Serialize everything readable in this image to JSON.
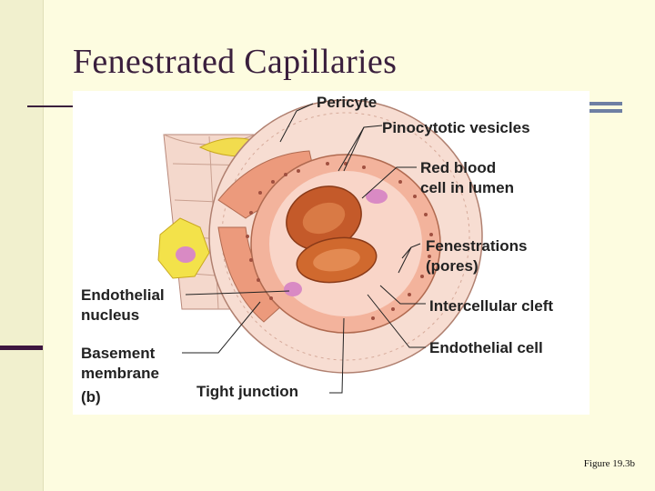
{
  "slide": {
    "title": "Fenestrated Capillaries",
    "caption": "Figure 19.3b"
  },
  "figure": {
    "panel_label": "(b)",
    "labels": {
      "pericyte": "Pericyte",
      "pinocytotic_vesicles": "Pinocytotic vesicles",
      "red_blood_cell_line1": "Red blood",
      "red_blood_cell_line2": "cell in lumen",
      "fenestrations_line1": "Fenestrations",
      "fenestrations_line2": "(pores)",
      "intercellular_cleft": "Intercellular cleft",
      "endothelial_cell": "Endothelial cell",
      "endothelial_nucleus_line1": "Endothelial",
      "endothelial_nucleus_line2": "nucleus",
      "basement_membrane_line1": "Basement",
      "basement_membrane_line2": "membrane",
      "tight_junction": "Tight junction"
    }
  },
  "colors": {
    "background": "#fdfce0",
    "sidebar": "#f1f0ce",
    "title": "#3a1f3d",
    "accent_dark": "#3d1640",
    "accent_blue": "#6e7fa3"
  }
}
